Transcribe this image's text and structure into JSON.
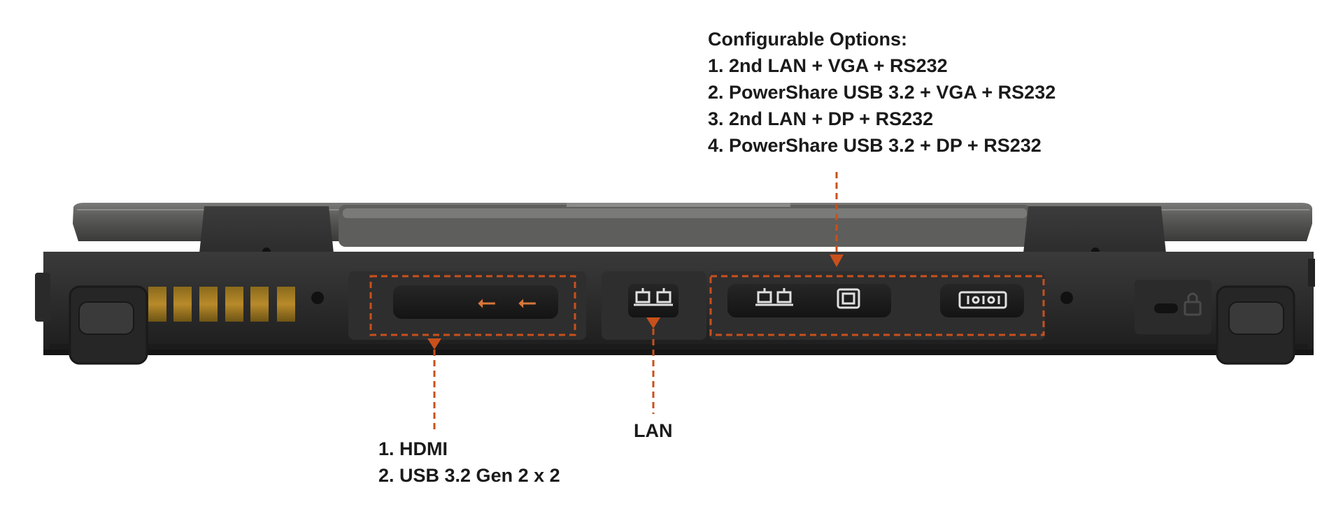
{
  "config_options": {
    "heading": "Configurable Options:",
    "items": [
      "1. 2nd LAN + VGA + RS232",
      "2. PowerShare USB 3.2 + VGA + RS232",
      "3. 2nd LAN + DP + RS232",
      "4. PowerShare USB 3.2 + DP + RS232"
    ]
  },
  "left_callout": {
    "items": [
      "1. HDMI",
      "2. USB 3.2 Gen 2 x 2"
    ]
  },
  "lan_callout": {
    "label": "LAN"
  },
  "colors": {
    "callout": "#c8501c",
    "port_icon_orange": "#d9763a",
    "chassis_dark": "#2a2a2a",
    "text": "#1a1a1a"
  }
}
